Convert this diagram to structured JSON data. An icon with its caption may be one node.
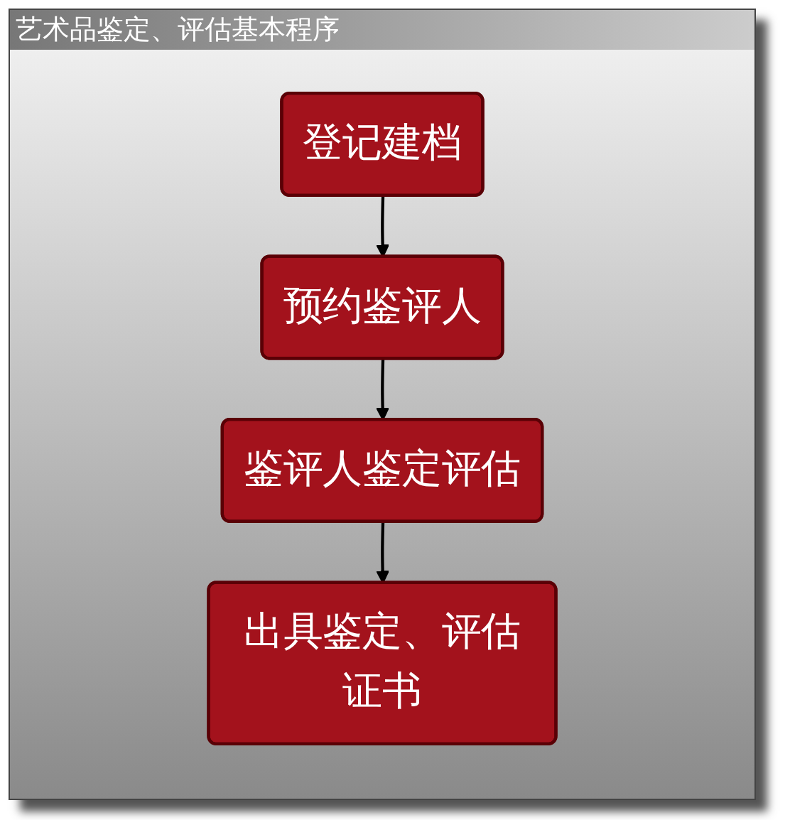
{
  "diagram": {
    "title": "艺术品鉴定、评估基本程序",
    "nodes": [
      {
        "text": [
          "登记建档"
        ]
      },
      {
        "text": [
          "预约鉴评人"
        ]
      },
      {
        "text": [
          "鉴评人鉴定评估"
        ]
      },
      {
        "text": [
          "出具鉴定、评估证书"
        ]
      }
    ],
    "edges": [
      {
        "from": 0,
        "to": 1,
        "arrow": "to"
      },
      {
        "from": 1,
        "to": 2,
        "arrow": "to"
      },
      {
        "from": 2,
        "to": 3,
        "arrow": "to"
      }
    ]
  }
}
